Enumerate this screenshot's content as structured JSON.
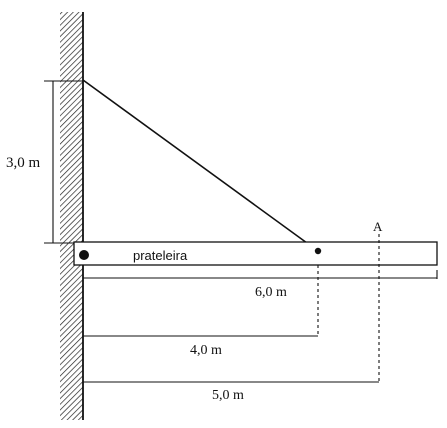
{
  "diagram": {
    "dim_height_label": "3,0 m",
    "shelf_label": "prateleira",
    "point_label": "A",
    "dim_shelf_length_label": "6,0 m",
    "dim_attachment_label": "4,0 m",
    "dim_point_a_label": "5,0 m"
  }
}
